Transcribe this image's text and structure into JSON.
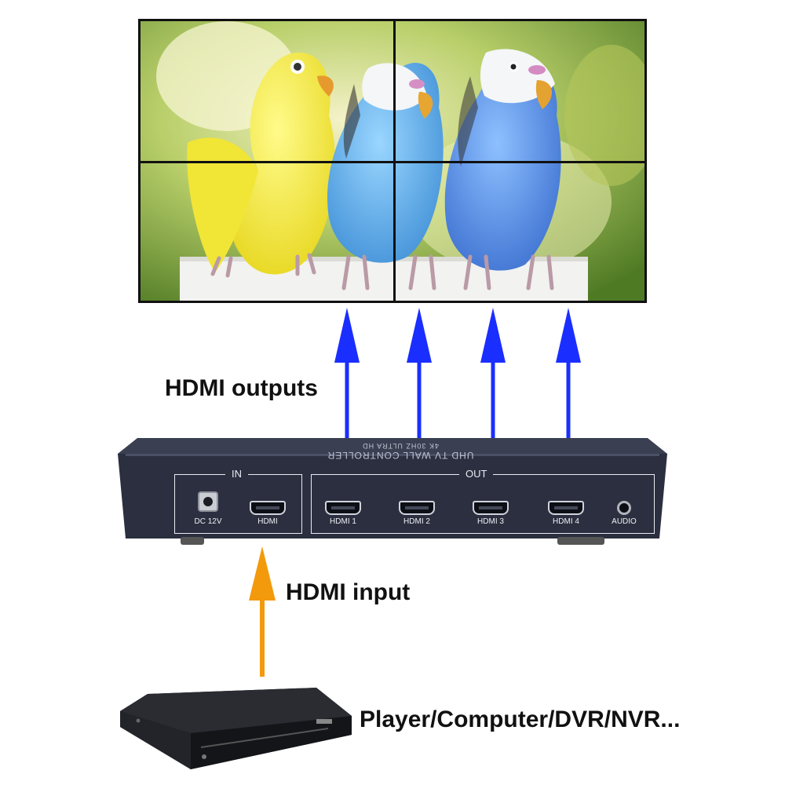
{
  "labels": {
    "outputs": "HDMI outputs",
    "input": "HDMI input",
    "source": "Player/Computer/DVR/NVR..."
  },
  "controller": {
    "top_line1": "UHD TV WALL CONTROLLER",
    "top_line2": "4K 30HZ ULTRA HD",
    "in_panel": {
      "title": "IN",
      "dc_label": "DC 12V",
      "hdmi_label": "HDMI"
    },
    "out_panel": {
      "title": "OUT",
      "ports": [
        "HDMI 1",
        "HDMI 2",
        "HDMI 3",
        "HDMI 4"
      ],
      "audio_label": "AUDIO"
    }
  },
  "colors": {
    "output_arrow": "#1a2eff",
    "input_arrow": "#f39a0c",
    "controller_body": "#2b2f3f",
    "label_text": "#111111"
  }
}
